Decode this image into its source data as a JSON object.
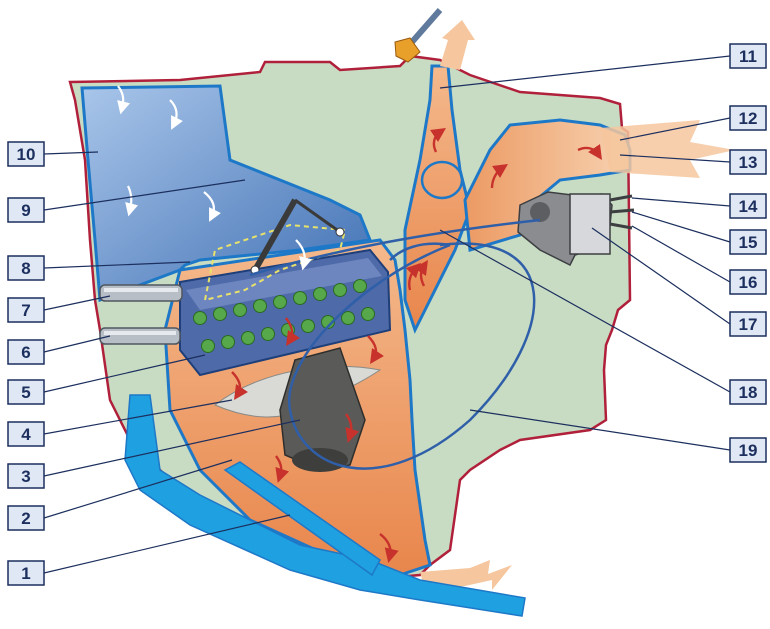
{
  "diagram": {
    "callouts_left": [
      {
        "id": "callout-10",
        "label": "10"
      },
      {
        "id": "callout-9",
        "label": "9"
      },
      {
        "id": "callout-8",
        "label": "8"
      },
      {
        "id": "callout-7",
        "label": "7"
      },
      {
        "id": "callout-6",
        "label": "6"
      },
      {
        "id": "callout-5",
        "label": "5"
      },
      {
        "id": "callout-4",
        "label": "4"
      },
      {
        "id": "callout-3",
        "label": "3"
      },
      {
        "id": "callout-2",
        "label": "2"
      },
      {
        "id": "callout-1",
        "label": "1"
      }
    ],
    "callouts_right": [
      {
        "id": "callout-11",
        "label": "11"
      },
      {
        "id": "callout-12",
        "label": "12"
      },
      {
        "id": "callout-13",
        "label": "13"
      },
      {
        "id": "callout-14",
        "label": "14"
      },
      {
        "id": "callout-15",
        "label": "15"
      },
      {
        "id": "callout-16",
        "label": "16"
      },
      {
        "id": "callout-17",
        "label": "17"
      },
      {
        "id": "callout-18",
        "label": "18"
      },
      {
        "id": "callout-19",
        "label": "19"
      }
    ],
    "colors": {
      "background": "#ffffff",
      "housing_fill": "#c8dcc4",
      "housing_outline": "#b0203a",
      "cold_air": "#8fb3dd",
      "cold_air_dark": "#3f6fb3",
      "hot_air": "#e8864c",
      "hot_air_light": "#f4b98c",
      "duct_blue": "#1fa0e0",
      "duct_outline": "#1e78c8",
      "cable": "#2f5fa8",
      "radiator_tube": "#56a84a",
      "radiator_body": "#4e6aa8",
      "arrow_red": "#c8322c",
      "callout_box": "#dfe8f4",
      "callout_border": "#1c2f5e"
    },
    "icons": [
      "air-flow-arrow-icon",
      "heater-core-icon",
      "blower-fan-icon",
      "damper-flap-icon",
      "control-cable-icon"
    ]
  }
}
